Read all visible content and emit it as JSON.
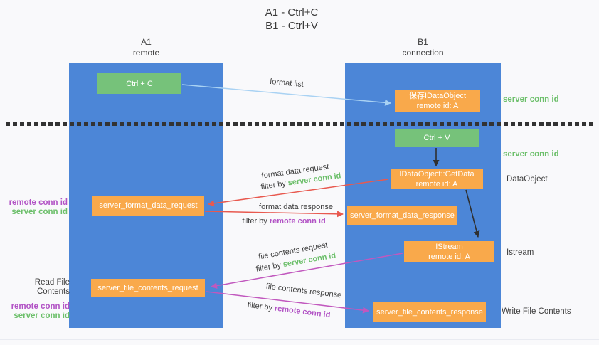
{
  "title": {
    "line1": "A1 - Ctrl+C",
    "line2": "B1 - Ctrl+V"
  },
  "lanes": {
    "a1": {
      "title": "A1",
      "subtitle": "remote"
    },
    "b1": {
      "title": "B1",
      "subtitle": "connection"
    }
  },
  "nodes": {
    "ctrl_c": {
      "label": "Ctrl + C"
    },
    "ctrl_v": {
      "label": "Ctrl + V"
    },
    "save_dataobject": {
      "line1": "保存IDataObject",
      "line2": "remote id: A"
    },
    "getdata": {
      "line1": "IDataObject::GetData",
      "line2": "remote id: A"
    },
    "istream": {
      "line1": "IStream",
      "line2": "remote id: A"
    },
    "server_format_data_request": {
      "label": "server_format_data_request"
    },
    "server_format_data_response": {
      "label": "server_format_data_response"
    },
    "server_file_contents_request": {
      "label": "server_file_contents_request"
    },
    "server_file_contents_response": {
      "label": "server_file_contents_response"
    }
  },
  "edges": {
    "format_list": {
      "label": "format list"
    },
    "format_data_request": {
      "label": "format data request",
      "filter_prefix": "filter by ",
      "filter_key": "server conn id"
    },
    "format_data_response": {
      "label": "format data response",
      "filter_prefix": "filter by ",
      "filter_key": "remote conn id"
    },
    "file_contents_request": {
      "label": "file contents request",
      "filter_prefix": "filter by ",
      "filter_key": "server conn id"
    },
    "file_contents_response": {
      "label": "file contents response",
      "filter_prefix": "filter by ",
      "filter_key": "remote conn id"
    }
  },
  "annotations": {
    "right": {
      "server_conn_id_top": "server conn id",
      "server_conn_id_mid": "server conn id",
      "dataobject": "DataObject",
      "istream": "Istream",
      "write_file_contents": "Write File Contents"
    },
    "left_mid": {
      "remote_conn_id": "remote conn id",
      "server_conn_id": "server conn id"
    },
    "left_bottom": {
      "heading": "Read File Contents",
      "remote_conn_id": "remote conn id",
      "server_conn_id": "server conn id"
    }
  },
  "colors": {
    "lane_fill": "#4c86d7",
    "node_green": "#76c27a",
    "node_orange": "#f9a94b",
    "arrow_blue": "#a9d2f3",
    "arrow_black": "#2f2f2f",
    "arrow_red": "#e8594f",
    "arrow_magenta": "#c158be",
    "text_green": "#6cbf6a",
    "text_purple": "#b253c5",
    "text_dark": "#3d3d3d"
  }
}
